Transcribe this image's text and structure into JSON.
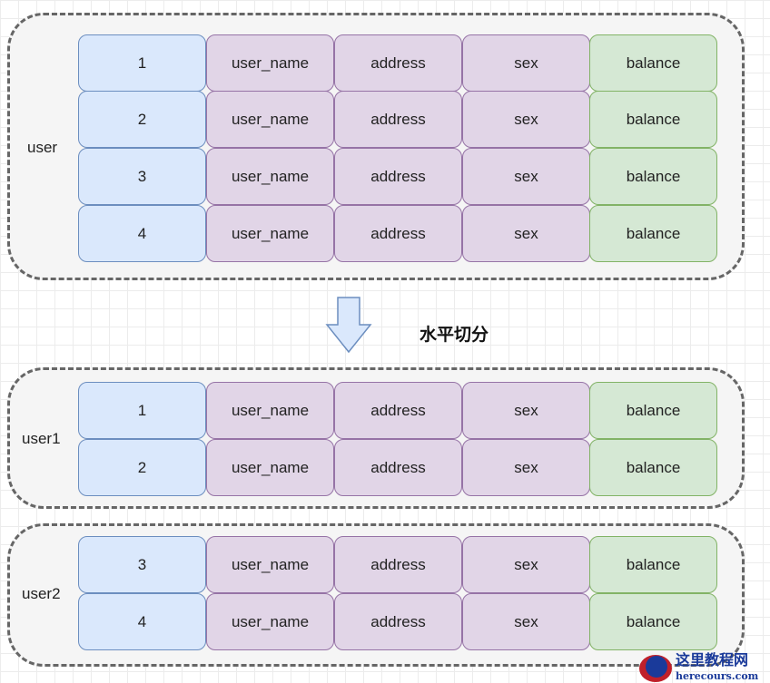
{
  "groups": [
    {
      "label": "user",
      "rows": [
        [
          "1",
          "user_name",
          "address",
          "sex",
          "balance"
        ],
        [
          "2",
          "user_name",
          "address",
          "sex",
          "balance"
        ],
        [
          "3",
          "user_name",
          "address",
          "sex",
          "balance"
        ],
        [
          "4",
          "user_name",
          "address",
          "sex",
          "balance"
        ]
      ]
    },
    {
      "label": "user1",
      "rows": [
        [
          "1",
          "user_name",
          "address",
          "sex",
          "balance"
        ],
        [
          "2",
          "user_name",
          "address",
          "sex",
          "balance"
        ]
      ]
    },
    {
      "label": "user2",
      "rows": [
        [
          "3",
          "user_name",
          "address",
          "sex",
          "balance"
        ],
        [
          "4",
          "user_name",
          "address",
          "sex",
          "balance"
        ]
      ]
    }
  ],
  "split_label": "水平切分",
  "arrow_icon": "down-arrow",
  "watermark": {
    "title": "这里教程网",
    "url": "herecours.com"
  },
  "colors": {
    "id": "#dae8fc",
    "field": "#e1d5e7",
    "balance": "#d5e8d4"
  }
}
